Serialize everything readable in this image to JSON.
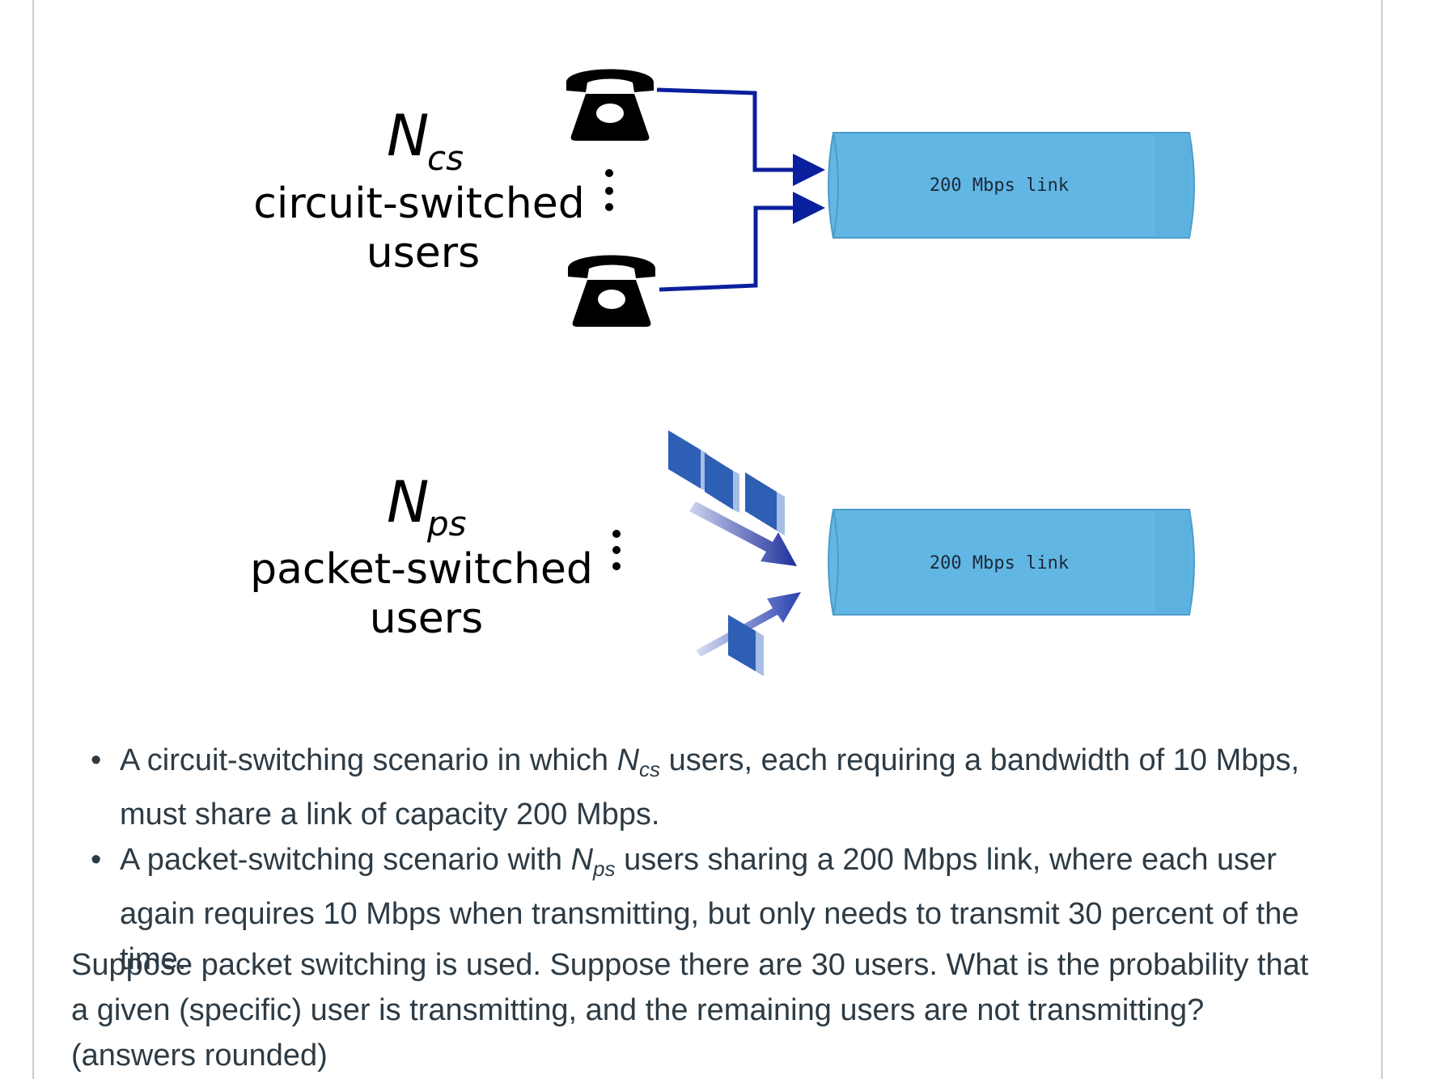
{
  "diagram": {
    "cs_symbol": "N",
    "cs_subscript": "cs",
    "cs_label_line1": "circuit-switched",
    "cs_label_line2": "users",
    "ps_symbol": "N",
    "ps_subscript": "ps",
    "ps_label_line1": "packet-switched",
    "ps_label_line2": "users",
    "cs_link_label": "200 Mbps link",
    "ps_link_label": "200 Mbps link",
    "colors": {
      "pipe": "#62b6e3",
      "wire": "#0a1f9e",
      "packet": "#2d5fb5",
      "phone": "#000000"
    }
  },
  "bullets": [
    {
      "pre": "A circuit-switching scenario in which ",
      "symbol": "N",
      "subscript": "cs",
      "post": " users, each requiring a bandwidth of 10 Mbps, must share a link of capacity 200 Mbps."
    },
    {
      "pre": "A packet-switching scenario with ",
      "symbol": "N",
      "subscript": "ps",
      "post": " users sharing a 200 Mbps link, where each user again requires 10 Mbps when transmitting, but only needs to transmit 30 percent of the time."
    }
  ],
  "question": "Suppose packet switching is used. Suppose there are 30 users. What is the probability that a given (specific) user is transmitting, and the remaining users are not transmitting? (answers rounded)"
}
